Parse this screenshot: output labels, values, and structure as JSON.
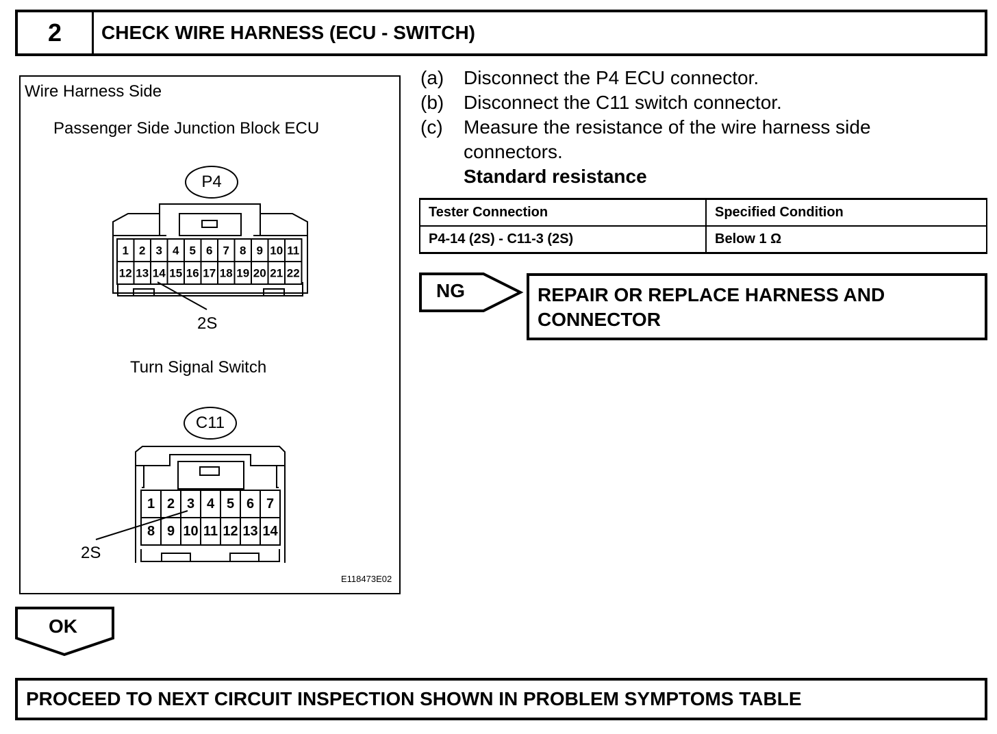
{
  "header": {
    "step_number": "2",
    "title": "CHECK WIRE HARNESS (ECU - SWITCH)"
  },
  "figure": {
    "side_label": "Wire Harness Side",
    "p4": {
      "component_name": "Passenger Side Junction Block ECU",
      "connector_code": "P4",
      "pins_top": [
        "1",
        "2",
        "3",
        "4",
        "5",
        "6",
        "7",
        "8",
        "9",
        "10",
        "11"
      ],
      "pins_bottom": [
        "12",
        "13",
        "14",
        "15",
        "16",
        "17",
        "18",
        "19",
        "20",
        "21",
        "22"
      ],
      "wire_label": "2S"
    },
    "c11": {
      "component_name": "Turn Signal Switch",
      "connector_code": "C11",
      "pins_top": [
        "1",
        "2",
        "3",
        "4",
        "5",
        "6",
        "7"
      ],
      "pins_bottom": [
        "8",
        "9",
        "10",
        "11",
        "12",
        "13",
        "14"
      ],
      "wire_label": "2S"
    },
    "figure_id": "E118473E02"
  },
  "steps": [
    {
      "key": "(a)",
      "text": "Disconnect the P4 ECU connector."
    },
    {
      "key": "(b)",
      "text": "Disconnect the C11 switch connector."
    },
    {
      "key": "(c)",
      "text": "Measure the resistance of the wire harness side",
      "text2": "connectors."
    }
  ],
  "standard_title": "Standard resistance",
  "table": {
    "headers": [
      "Tester Connection",
      "Specified Condition"
    ],
    "rows": [
      [
        "P4-14 (2S) - C11-3 (2S)",
        "Below 1 Ω"
      ]
    ]
  },
  "ng": {
    "label": "NG",
    "line1": "REPAIR OR REPLACE HARNESS AND",
    "line2": "CONNECTOR"
  },
  "ok": {
    "label": "OK"
  },
  "final": {
    "text": "PROCEED TO NEXT CIRCUIT INSPECTION SHOWN IN PROBLEM SYMPTOMS TABLE"
  }
}
